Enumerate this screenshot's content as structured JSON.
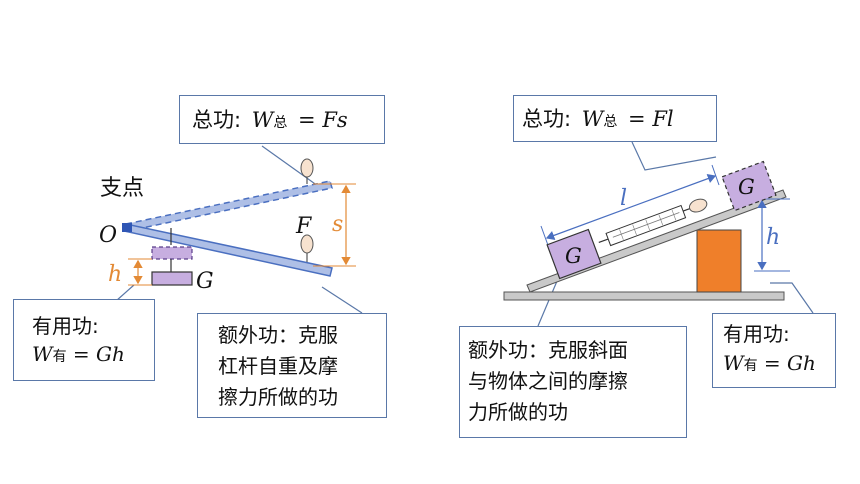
{
  "left_figure": {
    "total_work": {
      "label": "总功:",
      "symbol": "W",
      "subscript": "总",
      "equation": "= Fs"
    },
    "fulcrum_label": "支点",
    "fulcrum_point": "O",
    "force_label": "F",
    "distance_s": "s",
    "height_h": "h",
    "weight_label": "G",
    "useful_work": {
      "label": "有用功:",
      "symbol": "W",
      "subscript": "有",
      "equation": "= Gh"
    },
    "extra_work": {
      "lines": [
        "额外功：克服",
        "杠杆自重及摩",
        "擦力所做的功"
      ]
    }
  },
  "right_figure": {
    "total_work": {
      "label": "总功:",
      "symbol": "W",
      "subscript": "总",
      "equation": "= Fl"
    },
    "length_l": "l",
    "height_h": "h",
    "block_bottom_label": "G",
    "block_top_label": "G",
    "useful_work": {
      "label": "有用功:",
      "symbol": "W",
      "subscript": "有",
      "equation": "= Gh"
    },
    "extra_work": {
      "lines": [
        "额外功：克服斜面",
        "与物体之间的摩擦",
        "力所做的功"
      ]
    }
  },
  "colors": {
    "lever_fill": "#aebfe6",
    "lever_stroke": "#4a6fc0",
    "dimension_orange": "#e38a35",
    "weight_fill": "#c7aee0",
    "weight_stroke": "#5a3e8a",
    "callout_border": "#5a78a8",
    "support_orange": "#ef7f2a",
    "ground_gray": "#c9c9c9"
  }
}
